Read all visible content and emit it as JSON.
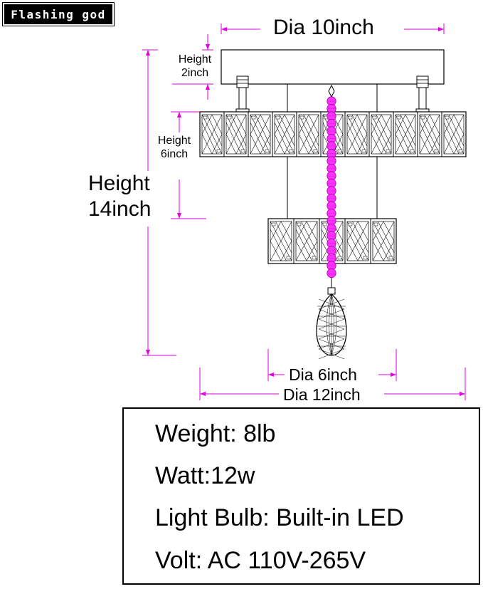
{
  "brand": {
    "name": "Flashing god"
  },
  "dimensions": {
    "dia_top": "Dia 10inch",
    "height_canopy_line1": "Height",
    "height_canopy_line2": "2inch",
    "height_ring_line1": "Height",
    "height_ring_line2": "6inch",
    "height_total_line1": "Height",
    "height_total_line2": "14inch",
    "dia_small": "Dia 6inch",
    "dia_large": "Dia 12inch"
  },
  "specs": {
    "weight": "Weight: 8lb",
    "watt": "Watt:12w",
    "bulb": "Light Bulb: Built-in LED",
    "volt": "Volt: AC 110V-265V"
  },
  "colors": {
    "dimension_line": "#e000e0",
    "crystal_bead": "#ff30ff",
    "outline": "#000000"
  }
}
